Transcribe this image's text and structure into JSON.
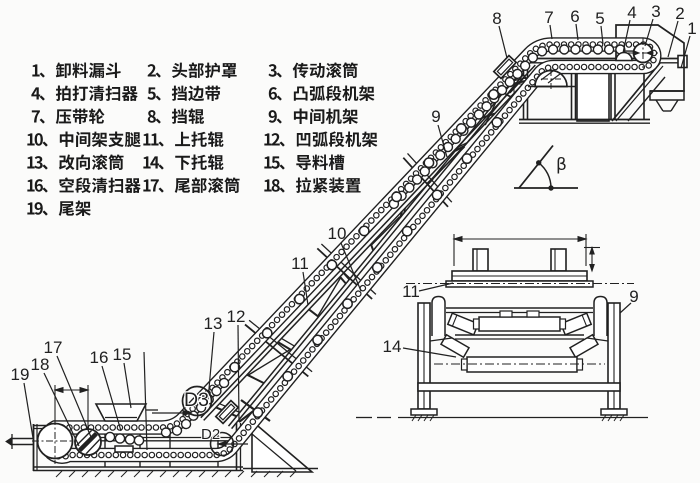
{
  "figure": {
    "background": "#fbfbfa",
    "ink": "#212121",
    "type": "technical-line-drawing"
  },
  "legend": {
    "items": [
      {
        "num": "1",
        "label": "卸料漏斗",
        "text": "1、卸料漏斗"
      },
      {
        "num": "2",
        "label": "头部护罩",
        "text": "2、头部护罩"
      },
      {
        "num": "3",
        "label": "传动滚筒",
        "text": "3、传动滚筒"
      },
      {
        "num": "4",
        "label": "拍打清扫器",
        "text": "4、拍打清扫器"
      },
      {
        "num": "5",
        "label": "挡边带",
        "text": "5、挡边带"
      },
      {
        "num": "6",
        "label": "凸弧段机架",
        "text": "6、凸弧段机架"
      },
      {
        "num": "7",
        "label": "压带轮",
        "text": "7、压带轮"
      },
      {
        "num": "8",
        "label": "挡辊",
        "text": "8、挡辊"
      },
      {
        "num": "9",
        "label": "中间机架",
        "text": "9、中间机架"
      },
      {
        "num": "10",
        "label": "中间架支腿",
        "text": "10、中间架支腿"
      },
      {
        "num": "11",
        "label": "上托辊",
        "text": "11、上托辊"
      },
      {
        "num": "12",
        "label": "凹弧段机架",
        "text": "12、凹弧段机架"
      },
      {
        "num": "13",
        "label": "改向滚筒",
        "text": "13、改向滚筒"
      },
      {
        "num": "14",
        "label": "下托辊",
        "text": "14、下托辊"
      },
      {
        "num": "15",
        "label": "导料槽",
        "text": "15、导料槽"
      },
      {
        "num": "16",
        "label": "空段清扫器",
        "text": "16、空段清扫器"
      },
      {
        "num": "17",
        "label": "尾部滚筒",
        "text": "17、尾部滚筒"
      },
      {
        "num": "18",
        "label": "拉紧装置",
        "text": "18、拉紧装置"
      },
      {
        "num": "19",
        "label": "尾架",
        "text": "19、尾架"
      }
    ]
  },
  "drawing": {
    "callouts": [
      {
        "label": "1"
      },
      {
        "label": "2"
      },
      {
        "label": "3"
      },
      {
        "label": "4"
      },
      {
        "label": "5"
      },
      {
        "label": "6"
      },
      {
        "label": "7"
      },
      {
        "label": "8"
      },
      {
        "label": "9"
      },
      {
        "label": "10"
      },
      {
        "label": "11"
      },
      {
        "label": "12"
      },
      {
        "label": "13"
      },
      {
        "label": "19"
      },
      {
        "label": "18"
      },
      {
        "label": "17"
      },
      {
        "label": "16"
      },
      {
        "label": "15"
      },
      {
        "label": "14"
      },
      {
        "label": "11"
      },
      {
        "label": "9"
      }
    ],
    "angle_label": "β",
    "pulley_labels": {
      "d3": "D3",
      "d2": "D2"
    }
  }
}
